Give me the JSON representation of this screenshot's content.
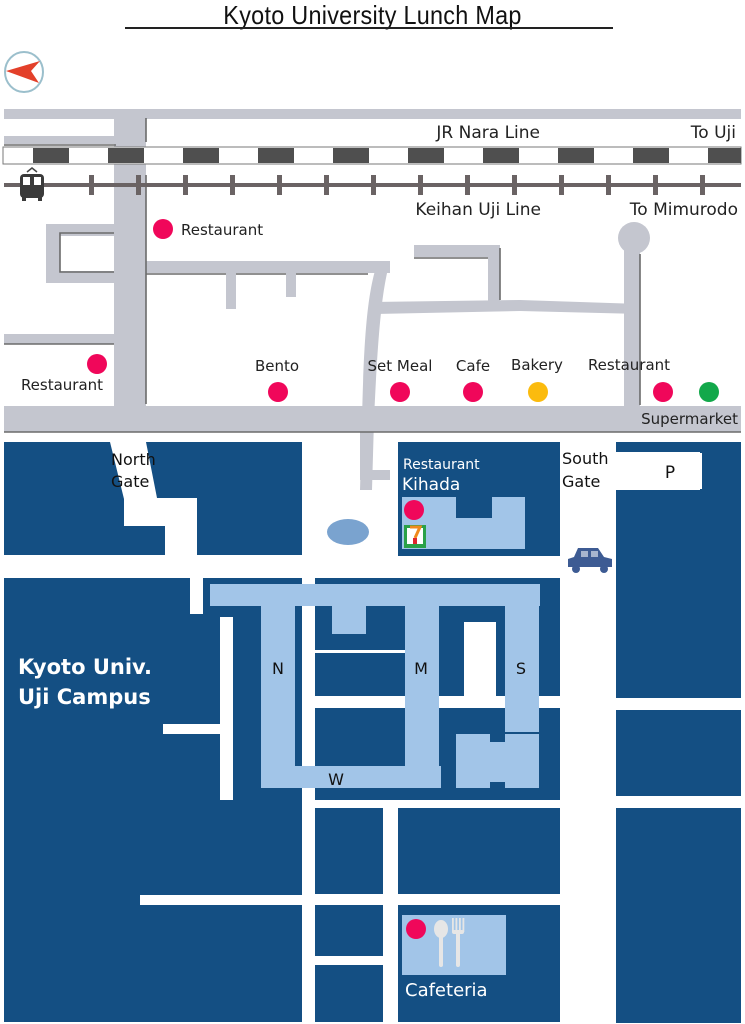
{
  "title": "Kyoto University Lunch Map",
  "compass": {
    "icon": "north-arrow-icon",
    "direction": "left"
  },
  "rail": {
    "jr_label": "JR Nara Line",
    "jr_direction": "To Uji",
    "keihan_label": "Keihan Uji Line",
    "keihan_direction": "To Mimurodo",
    "train_icon": "train-icon"
  },
  "campus": {
    "name_line1": "Kyoto Univ.",
    "name_line2": "Uji Campus",
    "north_gate_line1": "North",
    "north_gate_line2": "Gate",
    "south_gate_line1": "South",
    "south_gate_line2": "Gate",
    "parking": "P",
    "buildings": {
      "n": "N",
      "m": "M",
      "s": "S",
      "w": "W"
    }
  },
  "places": [
    {
      "id": "restaurant-north",
      "label": "Restaurant",
      "category": "restaurant"
    },
    {
      "id": "restaurant-west",
      "label": "Restaurant",
      "category": "restaurant"
    },
    {
      "id": "bento",
      "label": "Bento",
      "category": "restaurant"
    },
    {
      "id": "set-meal",
      "label": "Set Meal",
      "category": "restaurant"
    },
    {
      "id": "cafe",
      "label": "Cafe",
      "category": "restaurant"
    },
    {
      "id": "bakery",
      "label": "Bakery",
      "category": "bakery"
    },
    {
      "id": "restaurant-east",
      "label": "Restaurant",
      "category": "restaurant"
    },
    {
      "id": "supermarket",
      "label": "Supermarket",
      "category": "supermarket"
    },
    {
      "id": "kihada",
      "label_line1": "Restaurant",
      "label_line2": "Kihada",
      "category": "restaurant"
    },
    {
      "id": "cafeteria",
      "label": "Cafeteria",
      "category": "restaurant"
    }
  ],
  "colors": {
    "restaurant": "#f0075a",
    "bakery": "#fbbb0e",
    "supermarket": "#12a84a",
    "road": "#c4c6cf",
    "road_edge": "#6b6b6b",
    "campus_block": "#144f83",
    "building": "#a2c5e8",
    "rail_dark": "#4f4f4f",
    "rail_track": "#6a6364",
    "compass_arrow": "#e3402a",
    "car": "#3d5b93"
  }
}
